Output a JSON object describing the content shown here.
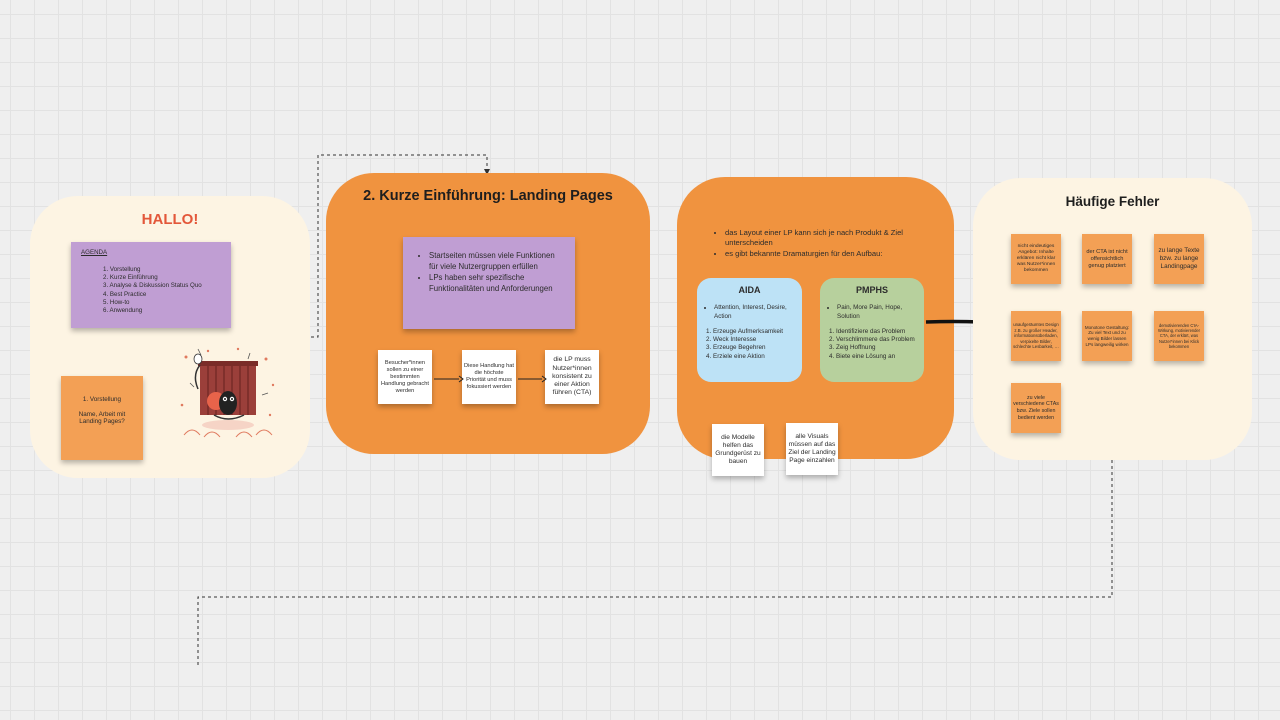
{
  "frame1": {
    "title": "HALLO!",
    "agenda": {
      "heading": "AGENDA",
      "items": [
        "1. Vorstellung",
        "2. Kurze Einführung",
        "3. Analyse & Diskussion Status Quo",
        "4. Best Practice",
        "5. How-to",
        "6. Anwendung"
      ]
    },
    "note": {
      "line1": "1. Vorstellung",
      "line2": "Name, Arbeit mit Landing Pages?"
    }
  },
  "frame2": {
    "title": "2. Kurze Einführung: Landing Pages",
    "bullets": [
      "Startseiten müssen viele Funktionen für viele Nutzergruppen erfüllen",
      "LPs haben sehr spezifische Funktionalitäten und Anforderungen"
    ],
    "flow": [
      "Besucher*innen sollen zu einer bestimmten Handlung gebracht werden",
      "Diese Handlung hat die höchste Priorität und muss fokussiert werden",
      "die LP muss Nutzer*innen konsistent zu einer Aktion führen (CTA)"
    ]
  },
  "frame3": {
    "bullets": [
      "das Layout einer LP kann sich je nach Produkt & Ziel unterscheiden",
      "es gibt bekannte Dramaturgien für den Aufbau:"
    ],
    "aida": {
      "title": "AIDA",
      "bullet": "Attention, Interest, Desire, Action",
      "steps": [
        "1. Erzeuge Aufmerksamkeit",
        "2. Weck Interesse",
        "3. Erzeuge Begehren",
        "4. Erziele eine Aktion"
      ]
    },
    "pmphs": {
      "title": "PMPHS",
      "bullet": "Pain, More Pain, Hope, Solution",
      "steps": [
        "1. Identifiziere das Problem",
        "2. Verschlimmere das Problem",
        "3. Zeig Hoffnung",
        "4. Biete eine Lösung an"
      ]
    },
    "notes": [
      "die Modelle helfen das Grundgerüst zu bauen",
      "alle Visuals müssen auf das Ziel der Landing Page einzahlen"
    ]
  },
  "frame4": {
    "title": "Häufige Fehler",
    "notes": [
      "nicht eindeutiges Angebot: Inhalte erklären nicht klar was Nutzer*innen bekommen",
      "der CTA ist nicht offensichtlich genug platziert",
      "zu lange Texte bzw. zu lange Landingpage",
      "unaufgeräumtes Design z.B. zu großer Header, informationsüberladen, verpixelte Bilder, schlechte Lesbarkeit, …",
      "Monotone Gestaltung: Zu viel Text und zu wenig Bilder lassen LPs langweilig wirken",
      "demotivierenden CΊA-Wirkung, motivierender CTA, der erklärt, was Nutzer*innen bei Klick bekommen",
      "zu viele verschiedene CTAs bzw. Ziele sollen bedient werden"
    ]
  },
  "colors": {
    "canvas": "#efefef",
    "cream": "#fdf4e3",
    "orange": "#f0933f",
    "purple": "#c09ed3",
    "blue": "#bde2f6",
    "green": "#b7d09d",
    "sticky_orange": "#f3a055",
    "title_red": "#e3573a"
  }
}
